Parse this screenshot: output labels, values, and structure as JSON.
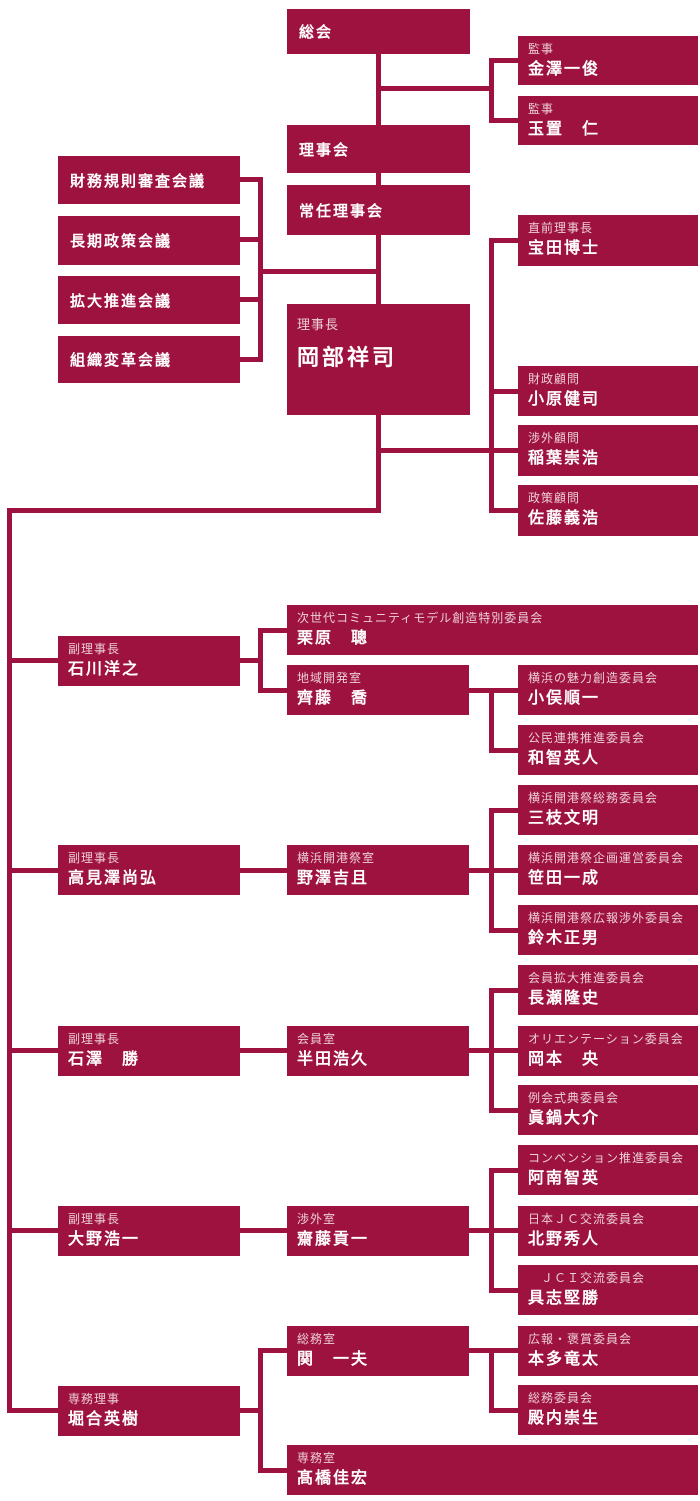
{
  "colors": {
    "box_fill": "#9e1240",
    "connector_line": "#9e1240",
    "label_text": "#eccfd8",
    "name_text": "#ffffff",
    "background": "#ffffff"
  },
  "nodes": {
    "general_assembly": {
      "name": "総会"
    },
    "board": {
      "name": "理事会"
    },
    "standing_board": {
      "name": "常任理事会"
    },
    "auditor_1": {
      "title": "監事",
      "name": "金澤一俊"
    },
    "auditor_2": {
      "title": "監事",
      "name": "玉置　仁"
    },
    "finance_rules_council": {
      "name": "財務規則審査会議"
    },
    "long_term_policy_council": {
      "name": "長期政策会議"
    },
    "expansion_promotion_council": {
      "name": "拡大推進会議"
    },
    "org_reform_council": {
      "name": "組織変革会議"
    },
    "president": {
      "title": "理事長",
      "name": "岡部祥司"
    },
    "immediate_past_president": {
      "title": "直前理事長",
      "name": "宝田博士"
    },
    "fiscal_advisor": {
      "title": "財政顧問",
      "name": "小原健司"
    },
    "external_affairs_advisor": {
      "title": "渉外顧問",
      "name": "稲葉崇浩"
    },
    "policy_advisor": {
      "title": "政策顧問",
      "name": "佐藤義浩"
    },
    "vp_1": {
      "title": "副理事長",
      "name": "石川洋之"
    },
    "next_gen_special_committee": {
      "title": "次世代コミュニティモデル創造特別委員会",
      "name": "栗原　聰"
    },
    "regional_dev_office": {
      "title": "地域開発室",
      "name": "齊藤　喬"
    },
    "yokohama_attraction_committee": {
      "title": "横浜の魅力創造委員会",
      "name": "小俣順一"
    },
    "public_private_committee": {
      "title": "公民連携推進委員会",
      "name": "和智英人"
    },
    "vp_2": {
      "title": "副理事長",
      "name": "高見澤尚弘"
    },
    "kaikosai_office": {
      "title": "横浜開港祭室",
      "name": "野澤吉且"
    },
    "kaikosai_general_affairs_committee": {
      "title": "横浜開港祭総務委員会",
      "name": "三枝文明"
    },
    "kaikosai_planning_committee": {
      "title": "横浜開港祭企画運営委員会",
      "name": "笹田一成"
    },
    "kaikosai_pr_committee": {
      "title": "横浜開港祭広報渉外委員会",
      "name": "鈴木正男"
    },
    "vp_3": {
      "title": "副理事長",
      "name": "石澤　勝"
    },
    "membership_office": {
      "title": "会員室",
      "name": "半田浩久"
    },
    "member_expansion_committee": {
      "title": "会員拡大推進委員会",
      "name": "長瀬隆史"
    },
    "orientation_committee": {
      "title": "オリエンテーション委員会",
      "name": "岡本　央"
    },
    "ceremony_committee": {
      "title": "例会式典委員会",
      "name": "眞鍋大介"
    },
    "vp_4": {
      "title": "副理事長",
      "name": "大野浩一"
    },
    "external_affairs_office": {
      "title": "渉外室",
      "name": "齋藤貢一"
    },
    "convention_committee": {
      "title": "コンベンション推進委員会",
      "name": "阿南智英"
    },
    "japan_jc_committee": {
      "title": "日本ＪＣ交流委員会",
      "name": "北野秀人"
    },
    "jci_committee": {
      "title": "　ＪＣＩ交流委員会",
      "name": "具志堅勝"
    },
    "managing_director": {
      "title": "専務理事",
      "name": "堀合英樹"
    },
    "general_affairs_office": {
      "title": "総務室",
      "name": "関　一夫"
    },
    "pr_award_committee": {
      "title": "広報・褒賞委員会",
      "name": "本多竜太"
    },
    "general_affairs_committee": {
      "title": "総務委員会",
      "name": "殿内崇生"
    },
    "executive_office": {
      "title": "専務室",
      "name": "髙橋佳宏"
    }
  }
}
